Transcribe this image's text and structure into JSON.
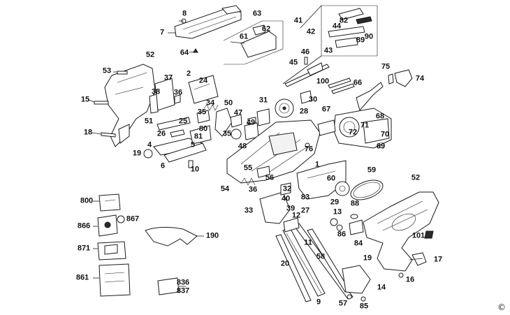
{
  "copyright_symbol": "©",
  "labels": {
    "p1": "1",
    "p2": "2",
    "p4": "4",
    "p5": "5",
    "p6": "6",
    "p7": "7",
    "p8": "8",
    "p9": "9",
    "p10": "10",
    "p11": "11",
    "p12": "12",
    "p13": "13",
    "p14": "14",
    "p15": "15",
    "p16": "16",
    "p17": "17",
    "p18": "18",
    "p19": "19",
    "p19b": "19",
    "p20": "20",
    "p24": "24",
    "p25": "25",
    "p26": "26",
    "p27": "27",
    "p28": "28",
    "p29": "29",
    "p30": "30",
    "p31": "31",
    "p32": "32",
    "p33": "33",
    "p34": "34",
    "p35": "35",
    "p35b": "35",
    "p36": "36",
    "p36b": "36",
    "p37": "37",
    "p38": "38",
    "p39": "39",
    "p40": "40",
    "p41": "41",
    "p42": "42",
    "p43": "43",
    "p44": "44",
    "p45": "45",
    "p46": "46",
    "p47": "47",
    "p48": "48",
    "p49": "49",
    "p50": "50",
    "p51": "51",
    "p52": "52",
    "p52b": "52",
    "p53": "53",
    "p54": "54",
    "p55": "55",
    "p56": "56",
    "p57": "57",
    "p58": "58",
    "p59": "59",
    "p60": "60",
    "p61": "61",
    "p62": "62",
    "p63": "63",
    "p64": "64",
    "p66": "66",
    "p67": "67",
    "p68": "68",
    "p69": "69",
    "p70": "70",
    "p71": "71",
    "p72": "72",
    "p74": "74",
    "p75": "75",
    "p76": "76",
    "p80": "80",
    "p81": "81",
    "p82": "82",
    "p83": "83",
    "p84": "84",
    "p85": "85",
    "p86": "86",
    "p88": "88",
    "p89": "89",
    "p90": "90",
    "p100": "100",
    "p101": "101",
    "p190": "190",
    "p800": "800",
    "p836": "836",
    "p837": "837",
    "p861": "861",
    "p866": "866",
    "p867": "867",
    "p871": "871"
  }
}
